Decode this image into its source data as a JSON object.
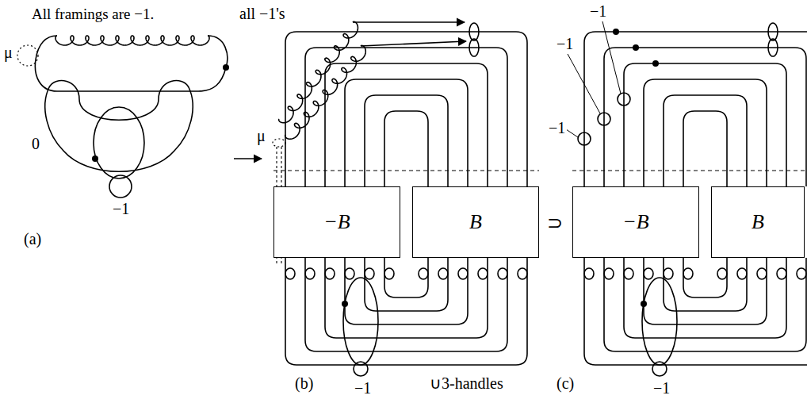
{
  "diagram": {
    "nodes": [
      {
        "text": [
          "−B"
        ]
      },
      {
        "text": [
          "B"
        ]
      },
      {
        "text": [
          "−B"
        ]
      },
      {
        "text": [
          "B"
        ]
      }
    ],
    "labels": [
      "All framings are −1.",
      "μ",
      "0",
      "−1",
      "(a)",
      "all −1's",
      "μ",
      "−1",
      "(b)",
      "∪3-handles",
      "⊃",
      "−1",
      "−1",
      "−1",
      "(c)",
      "−1"
    ]
  }
}
